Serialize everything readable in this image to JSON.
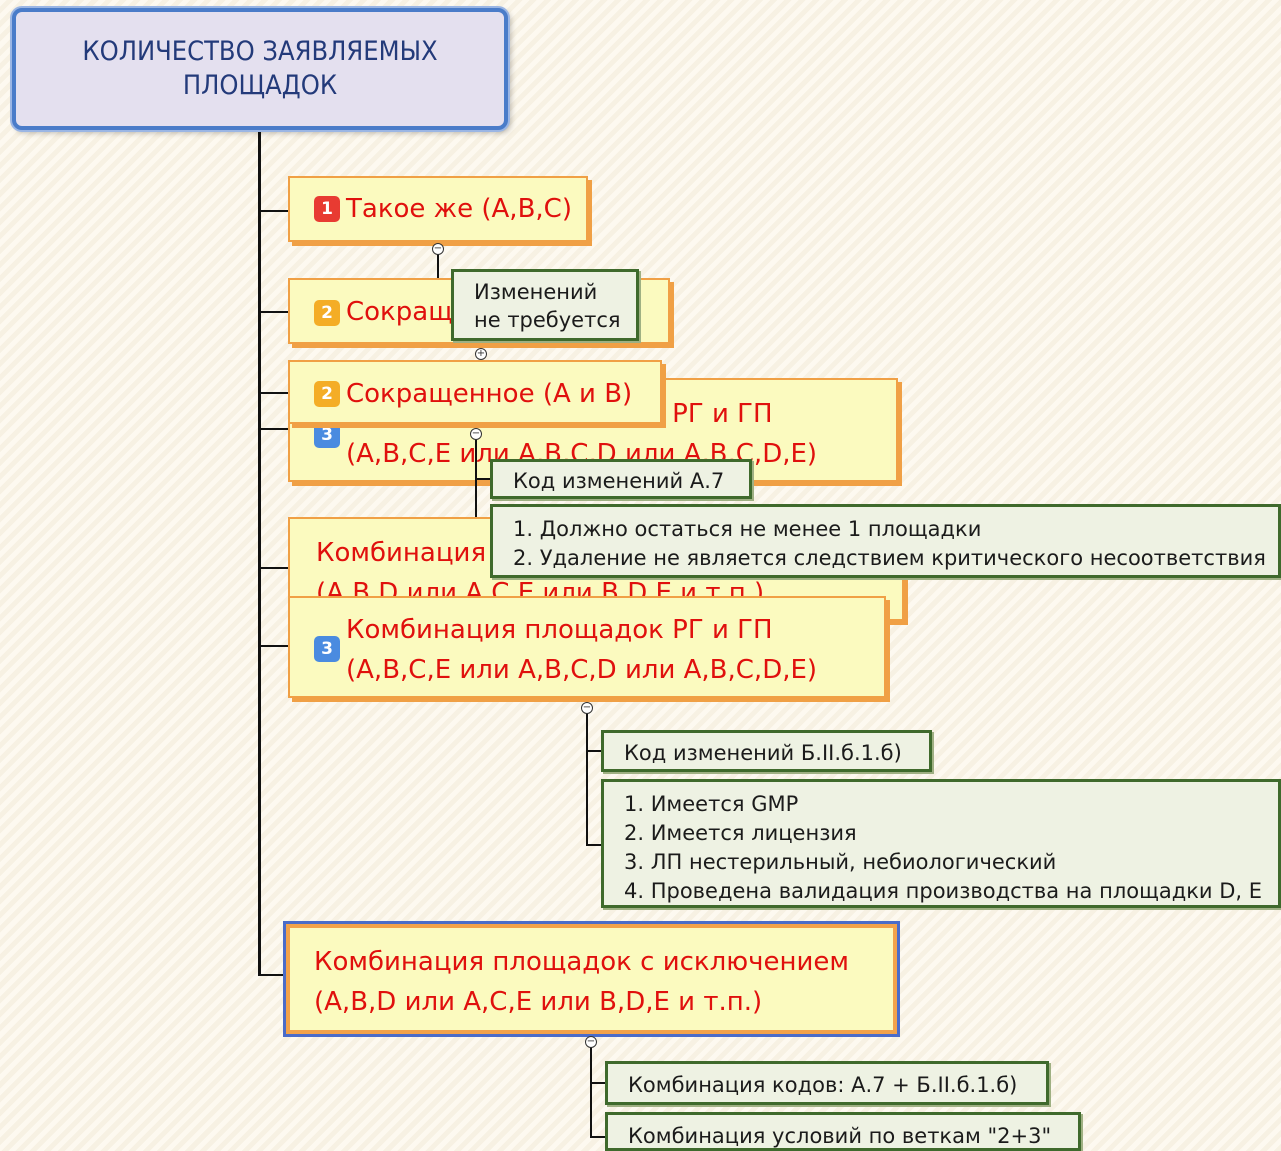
{
  "root": {
    "line1": "КОЛИЧЕСТВО ЗАЯВЛЯЕМЫХ",
    "line2": "ПЛОЩАДОК"
  },
  "node_same": {
    "badge": "1",
    "label": "Такое же (A,B,C)"
  },
  "node_reduced_back": {
    "badge": "2",
    "label": "Сокращенное (A и B)"
  },
  "note_no_change": {
    "line1": "Изменений",
    "line2": "не требуется"
  },
  "node_combo_back": {
    "badge": "3",
    "label_line1": "Комбинация площадок РГ и ГП",
    "label_line2": "(A,B,C,E   или   A,B,C,D   или   A,B,C,D,E)"
  },
  "node_reduced": {
    "badge": "2",
    "label": "Сокращенное (A и B)"
  },
  "code_a7": {
    "text": "Код изменений А.7"
  },
  "conditions_a7": {
    "items": [
      "1. Должно остаться не менее 1 площадки",
      "2. Удаление не является следствием критического несоответствия"
    ]
  },
  "node_exclusion_back": {
    "label_line1": "Комбинация площадок с исключением",
    "label_line2": "(A,B,D   или   A,C,E   или   B,D,E и т.п.)"
  },
  "node_combo": {
    "badge": "3",
    "label_line1": "Комбинация площадок РГ и ГП",
    "label_line2": "(A,B,C,E   или   A,B,C,D   или   A,B,C,D,E)"
  },
  "code_b": {
    "text": "Код изменений Б.II.б.1.б)"
  },
  "conditions_b": {
    "items": [
      "1. Имеется GMP",
      "2. Имеется лицензия",
      "3. ЛП нестерильный, небиологический",
      "4. Проведена валидация производства на площадки D, E"
    ]
  },
  "node_exclusion": {
    "label_line1": "Комбинация площадок с исключением",
    "label_line2": "(A,B,D   или   A,C,E   или   B,D,E и т.п.)"
  },
  "combo_codes": {
    "text": "Комбинация кодов: А.7 + Б.II.б.1.б)"
  },
  "combo_conditions": {
    "text": "Комбинация условий по веткам \"2+3\""
  },
  "colors": {
    "node_text": "#e0100d",
    "node_fill": "#fbfabf",
    "node_border": "#f0a045",
    "note_border": "#3f6a2c",
    "root_fill": "#e4e0ef",
    "root_border": "#4a7cc9"
  }
}
